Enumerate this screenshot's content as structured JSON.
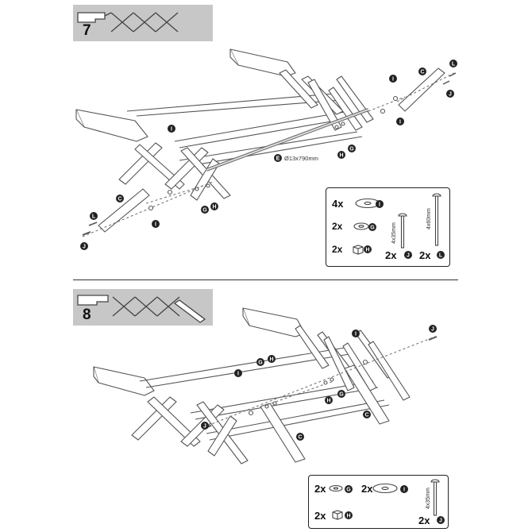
{
  "steps": [
    {
      "number": "7"
    },
    {
      "number": "8"
    }
  ],
  "part_letters": {
    "c": "C",
    "e": "E",
    "g": "G",
    "h": "H",
    "i": "I",
    "j": "J",
    "l": "L"
  },
  "rod_label": "Ø13x790mm",
  "step7_parts": {
    "washer_large_qty": "4x",
    "washer_small_qty": "2x",
    "nut_qty": "2x",
    "bolt35_qty": "2x",
    "bolt35_dim": "4x35mm",
    "bolt60_qty": "2x",
    "bolt60_dim": "4x60mm"
  },
  "step8_parts": {
    "washer_small_qty": "2x",
    "washer_large_qty": "2x",
    "nut_qty": "2x",
    "bolt35_qty": "2x",
    "bolt35_dim": "4x35mm"
  },
  "colors": {
    "line": "#555555",
    "badge": "#c7c7c7",
    "label_circle": "#222222"
  }
}
